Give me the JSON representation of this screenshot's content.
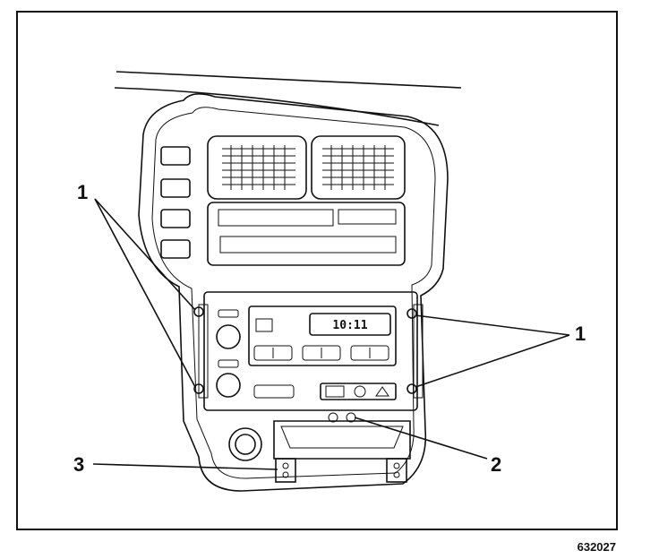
{
  "figure": {
    "id": "632027"
  },
  "callouts": {
    "label_1_left": "1",
    "label_1_right": "1",
    "label_2": "2",
    "label_3": "3"
  },
  "radio": {
    "display_text": "10:11"
  },
  "colors": {
    "line": "#111111",
    "background": "#ffffff"
  }
}
